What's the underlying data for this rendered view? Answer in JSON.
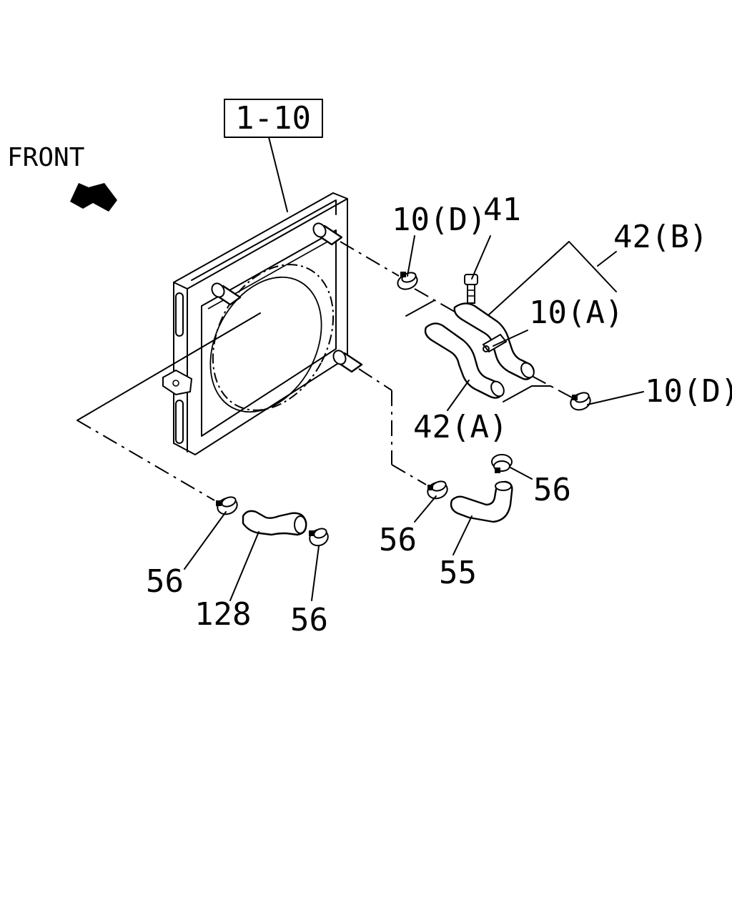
{
  "diagram": {
    "front_label": "FRONT",
    "ref_box": "1-10",
    "callouts": [
      {
        "id": "c_10d_top",
        "text": "10(D)"
      },
      {
        "id": "c_41",
        "text": "41"
      },
      {
        "id": "c_42b",
        "text": "42(B)"
      },
      {
        "id": "c_10a",
        "text": "10(A)"
      },
      {
        "id": "c_10d_right",
        "text": "10(D)"
      },
      {
        "id": "c_42a",
        "text": "42(A)"
      },
      {
        "id": "c_56_right",
        "text": "56"
      },
      {
        "id": "c_56_mid",
        "text": "56"
      },
      {
        "id": "c_55",
        "text": "55"
      },
      {
        "id": "c_56_left",
        "text": "56"
      },
      {
        "id": "c_128",
        "text": "128"
      },
      {
        "id": "c_56_bottom",
        "text": "56"
      }
    ]
  }
}
